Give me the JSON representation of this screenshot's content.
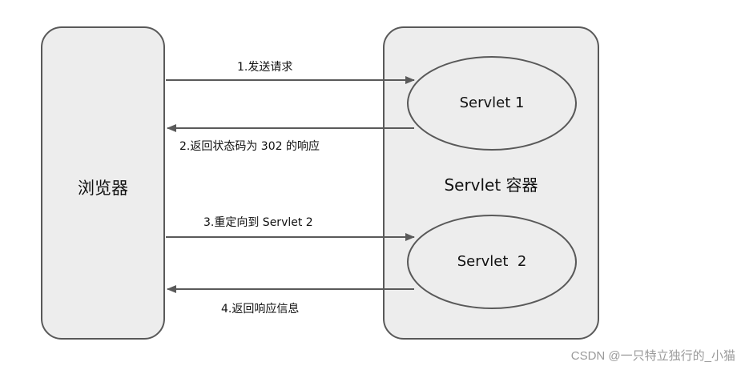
{
  "browser": {
    "label": "浏览器"
  },
  "container": {
    "label": "Servlet 容器"
  },
  "servlets": [
    {
      "label": "Servlet 1"
    },
    {
      "label": "Servlet  2"
    }
  ],
  "messages": [
    {
      "label": "1.发送请求"
    },
    {
      "label": "2.返回状态码为 302 的响应"
    },
    {
      "label": "3.重定向到 Servlet 2"
    },
    {
      "label": "4.返回响应信息"
    }
  ],
  "watermark": "CSDN @一只特立独行的_小猫"
}
